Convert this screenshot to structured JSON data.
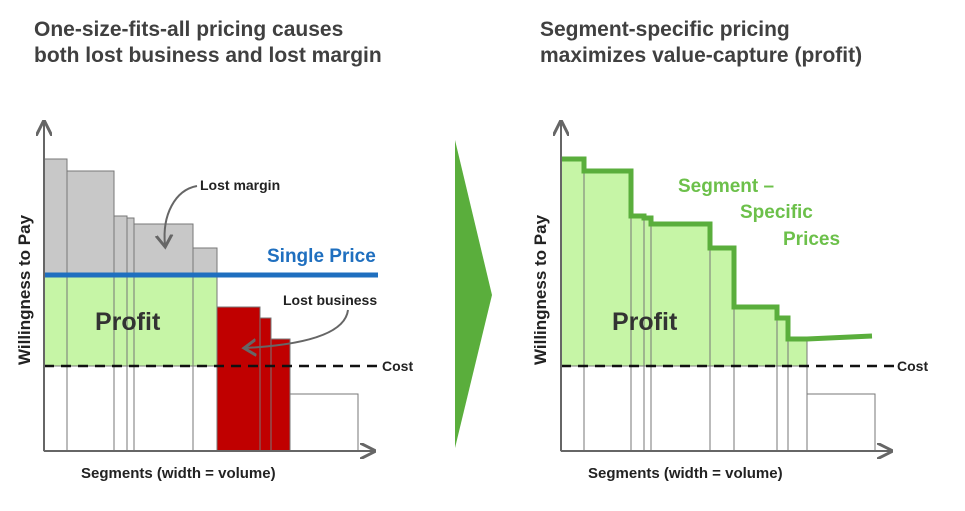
{
  "left_panel": {
    "title_line1": "One-size-fits-all pricing causes",
    "title_line2": "both lost business and lost margin",
    "ylabel": "Willingness to Pay",
    "xlabel": "Segments (width = volume)",
    "lost_margin_label": "Lost margin",
    "single_price_label": "Single Price",
    "lost_business_label": "Lost business",
    "profit_label": "Profit",
    "cost_label": "Cost"
  },
  "right_panel": {
    "title_line1": "Segment-specific pricing",
    "title_line2": "maximizes value-capture (profit)",
    "ylabel": "Willingness to Pay",
    "xlabel": "Segments (width = volume)",
    "prices_label_line1": "Segment –",
    "prices_label_line2": "Specific",
    "prices_label_line3": "Prices",
    "profit_label": "Profit",
    "cost_label": "Cost"
  },
  "chart_data": {
    "type": "bar",
    "segment_volumes": [
      23,
      47,
      13,
      7,
      59,
      24,
      43,
      11,
      19,
      68
    ],
    "willingness_to_pay": [
      292,
      280,
      235,
      233,
      227,
      203,
      144,
      133,
      112,
      57
    ],
    "single_price": 176,
    "cost": 85,
    "segment_specific_price_floor": 115,
    "colors": {
      "lost_margin": "#c8c8c8",
      "profit": "#c6f5a6",
      "lost_business": "#c00000",
      "single_price": "#1f6fbf",
      "segment_prices": "#5aae3c",
      "arrow": "#5aae3c",
      "title": "#404040"
    }
  }
}
